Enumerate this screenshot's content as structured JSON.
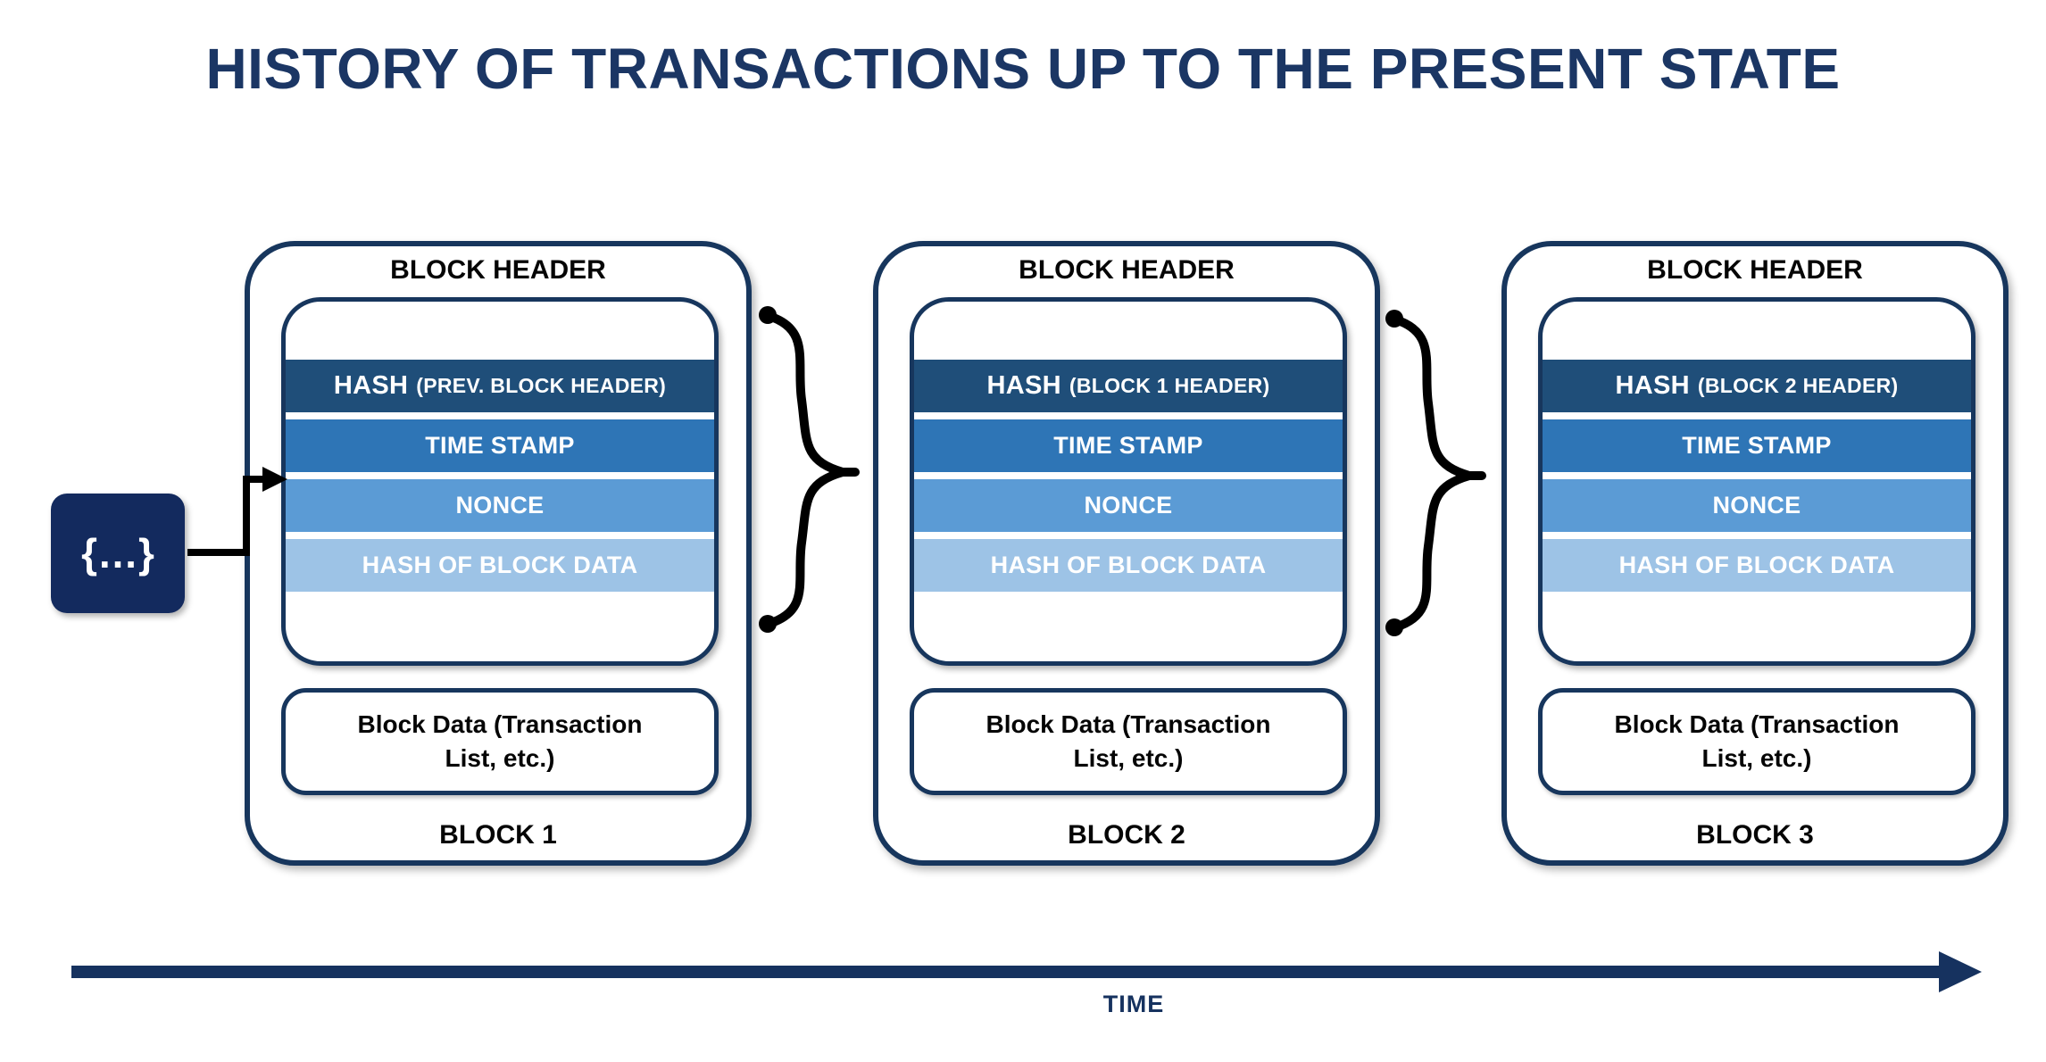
{
  "title": "HISTORY OF TRANSACTIONS UP TO THE PRESENT STATE",
  "genesis": {
    "label": "{…}"
  },
  "blocks": [
    {
      "header_label": "BLOCK HEADER",
      "hash_row": {
        "main": "HASH",
        "sub": "(PREV. BLOCK HEADER)"
      },
      "rows": [
        "TIME STAMP",
        "NONCE",
        "HASH OF BLOCK DATA"
      ],
      "data_lines": [
        "Block Data (Transaction",
        "List, etc.)"
      ],
      "block_label": "BLOCK 1"
    },
    {
      "header_label": "BLOCK HEADER",
      "hash_row": {
        "main": "HASH",
        "sub": "(BLOCK 1 HEADER)"
      },
      "rows": [
        "TIME STAMP",
        "NONCE",
        "HASH OF BLOCK DATA"
      ],
      "data_lines": [
        "Block Data (Transaction",
        "List, etc.)"
      ],
      "block_label": "BLOCK 2"
    },
    {
      "header_label": "BLOCK HEADER",
      "hash_row": {
        "main": "HASH",
        "sub": "(BLOCK 2 HEADER)"
      },
      "rows": [
        "TIME STAMP",
        "NONCE",
        "HASH OF BLOCK DATA"
      ],
      "data_lines": [
        "Block Data (Transaction",
        "List, etc.)"
      ],
      "block_label": "BLOCK 3"
    }
  ],
  "timeline": {
    "label": "TIME"
  },
  "colors": {
    "navy_border": "#17365D",
    "title_text": "#1B3664",
    "hash_row": "#1F4E79",
    "timestamp_row": "#2E75B6",
    "nonce_row": "#5B9BD5",
    "hash_of_block_data_row": "#9DC3E6",
    "genesis_fill": "#132A5E",
    "connector": "#000000",
    "time_arrow": "#16325F"
  }
}
